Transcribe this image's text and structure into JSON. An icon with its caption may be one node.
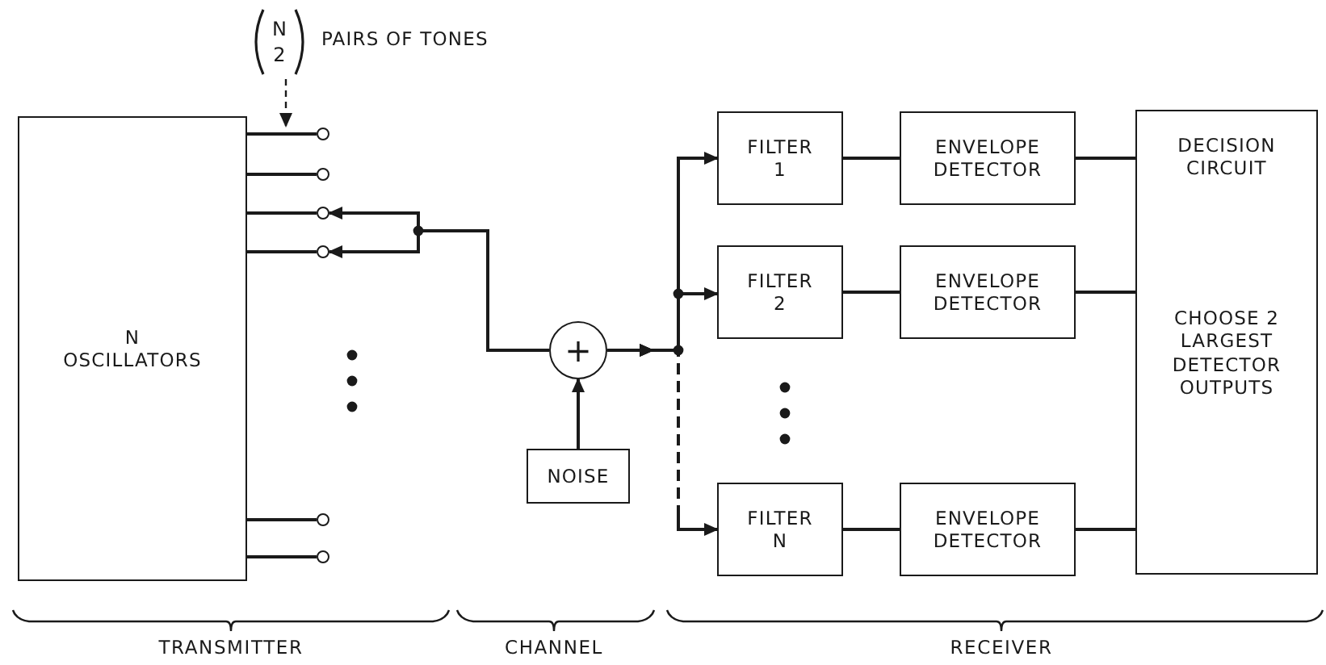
{
  "diagram": {
    "nodes": [
      {
        "text": [
          "N",
          "2",
          "PAIRS OF TONES"
        ]
      },
      {
        "text": [
          "N OSCILLATORS"
        ]
      },
      {
        "text": [],
        "shape": "circle"
      },
      {
        "text": [],
        "shape": "circle"
      },
      {
        "text": [],
        "shape": "circle"
      },
      {
        "text": [],
        "shape": "circle"
      },
      {
        "text": [],
        "shape": "circle"
      },
      {
        "text": [],
        "shape": "circle"
      },
      {
        "text": [
          "+"
        ]
      },
      {
        "text": [
          "NOISE"
        ]
      },
      {
        "text": [
          "FILTER 1"
        ]
      },
      {
        "text": [
          "ENVELOPE DETECTOR"
        ]
      },
      {
        "text": [
          "FILTER 2"
        ]
      },
      {
        "text": [
          "ENVELOPE DETECTOR"
        ]
      },
      {
        "text": [
          "FILTER N"
        ]
      },
      {
        "text": [
          "ENVELOPE DETECTOR"
        ]
      },
      {
        "text": [
          "DECISION CIRCUIT",
          "CHOOSE 2 LARGEST DETECTOR OUTPUTS"
        ]
      }
    ],
    "edges": [
      {
        "from": 0,
        "to": 2,
        "arrow": "to",
        "style": "dashed"
      },
      {
        "from": 1,
        "to": 2,
        "arrow": "none"
      },
      {
        "from": 1,
        "to": 3,
        "arrow": "none"
      },
      {
        "from": 1,
        "to": 4,
        "arrow": "none"
      },
      {
        "from": 1,
        "to": 5,
        "arrow": "none"
      },
      {
        "from": 1,
        "to": 6,
        "arrow": "none"
      },
      {
        "from": 1,
        "to": 7,
        "arrow": "none"
      },
      {
        "from": 8,
        "to": 4,
        "arrow": "to"
      },
      {
        "from": 8,
        "to": 5,
        "arrow": "to"
      },
      {
        "from": 9,
        "to": 8,
        "arrow": "to"
      },
      {
        "from": 8,
        "to": 10,
        "arrow": "to"
      },
      {
        "from": 8,
        "to": 12,
        "arrow": "to"
      },
      {
        "from": 8,
        "to": 14,
        "arrow": "to",
        "style": "dashed"
      },
      {
        "from": 10,
        "to": 11,
        "arrow": "none"
      },
      {
        "from": 12,
        "to": 13,
        "arrow": "none"
      },
      {
        "from": 14,
        "to": 15,
        "arrow": "none"
      },
      {
        "from": 11,
        "to": 16,
        "arrow": "none"
      },
      {
        "from": 13,
        "to": 16,
        "arrow": "none"
      },
      {
        "from": 15,
        "to": 16,
        "arrow": "none"
      }
    ],
    "labels": [
      "TRANSMITTER",
      "CHANNEL",
      "RECEIVER"
    ]
  }
}
